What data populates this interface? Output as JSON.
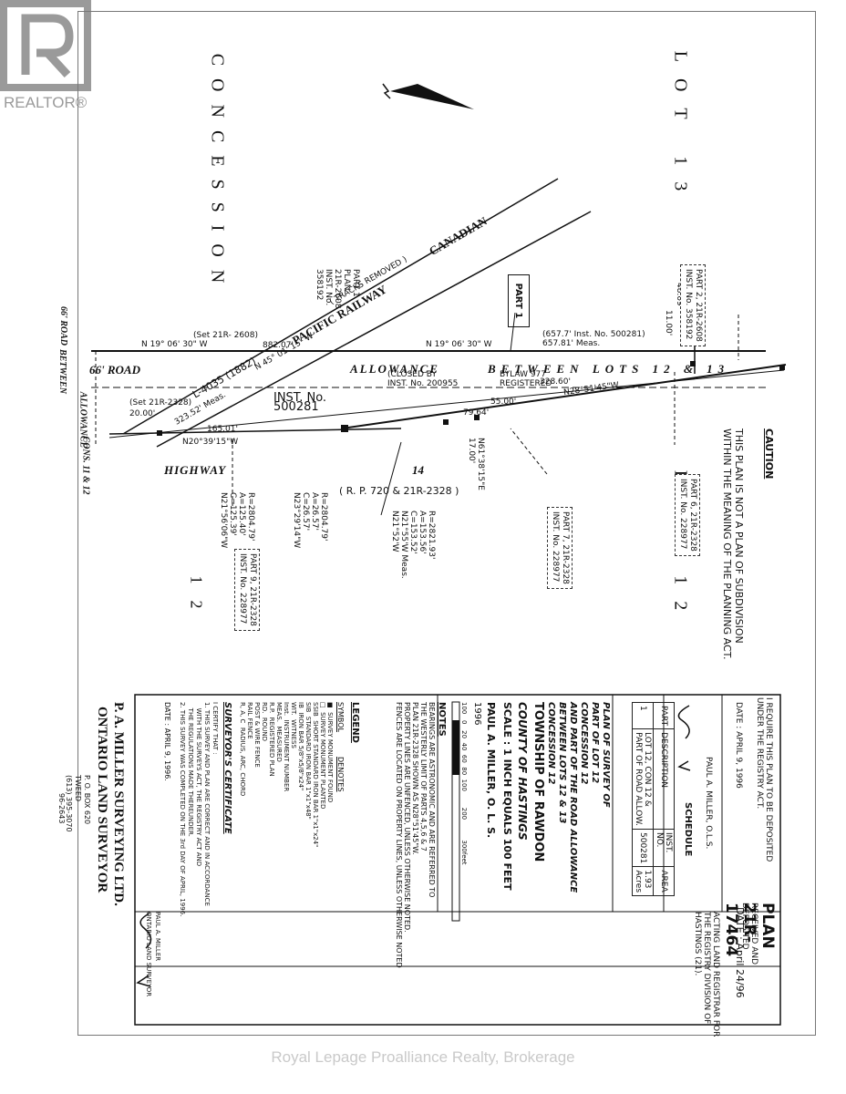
{
  "watermark": "Royal Lepage Proalliance Realty, Brokerage",
  "logo_text": "REALTOR®",
  "lot13": "LOT 13",
  "lot12": "LOT 12",
  "concession": "CONCESSION",
  "concession_12": "12",
  "road": {
    "road_66": "66' ROAD",
    "allowance": "ALLOWANCE",
    "between_lots": "BETWEEN LOTS 12 & 13",
    "left_label_1": "66' ROAD",
    "left_label_2": "BETWEEN",
    "left_label_3": "ALLOWANCE",
    "left_label_4": "CONS. 11 & 12"
  },
  "railway": {
    "canadian": "CANADIAN",
    "pacific_railway": "PACIFIC RAILWAY",
    "tracks_removed": "( TRACKS REMOVED )"
  },
  "highway": "HIGHWAY",
  "num_14": "14",
  "rp": "( R. P. 720  &  21R-2328 )",
  "part1_box": "PART 1",
  "inst_500281": "INST. No.\n500281",
  "part1_plan": "PART 1\nPLAN\n21R-2608\nINST. No.\n358192",
  "closed_by": "(CLOSED BY\nINST. No. 200955",
  "bylaw": "BYLAW 977\nREGISTERED",
  "bearing_top_left": "N 19° 06' 30\" W",
  "bearing_top_right": "N 19° 06' 30\" W",
  "dist_882": "882.07'",
  "dist_657": "(657.7' Inst. No. 500281)\n657.81' Meas.",
  "bearing_lower_1": "N20°39'15\"W",
  "dist_165": "165.01'",
  "dist_20": "20.00'",
  "set_2328": "(Set 21R-2328)",
  "set_2608": "(Set 21R- 2608)",
  "bearing_rail": "N 45° 01' 15\" W",
  "l4035": "L-4035 (1882)",
  "dist_323": "323.52' Meas.",
  "curve_1": "R=2804.79'\nA=125.40'\nC=125.39'\nN21°56'06\"W",
  "curve_2": "R=2804.79'\nA=26.57'\nC=26.57'\nN23°29'14\"W",
  "curve_3": "R=2821.93'\nA=153.56'\nC=153.52'\nN21°55'W Meas.\nN21°52'W",
  "bearing_n28": "N28°51'45\"W",
  "dist_328": "328.60'",
  "dist_55": "55.00'",
  "dist_79": "79.64'",
  "bearing_n61": "N61°38'15\"E\n17.00'",
  "bearing_n65": "N65°09'15\"E\n48.09'",
  "dist_11": "11.00'",
  "caution_title": "CAUTION",
  "caution_1": "THIS PLAN IS NOT A PLAN OF SUBDIVISION",
  "caution_2": "WITHIN THE MEANING OF THE PLANNING ACT.",
  "box_part2": "PART 2, 21R-2608\nINST. No. 358192",
  "box_part6": "PART 6, 21R-2328\nINST. No. 228977",
  "box_part7": "PART 7, 21R-2328\nINST. No. 228977",
  "box_part9": "PART 9, 21R-2328\nINST. No. 228977",
  "tb": {
    "require": "I REQUIRE THIS PLAN TO BE DEPOSITED\nUNDER THE REGISTRY ACT.",
    "date": "DATE : APRIL 9, 1996",
    "miller_ols": "PAUL A. MILLER, O.L.S.",
    "plan_no": "PLAN 21R-17464",
    "received": "RECEIVED AND DEPOSITED",
    "date2": "DATE : April 24/96",
    "registrar": "ACTING LAND REGISTRAR FOR\nTHE REGISTRY DIVISION OF\nHASTINGS (21).",
    "schedule": "SCHEDULE",
    "col_part": "PART",
    "col_desc": "DESCRIPTION",
    "col_inst": "INST. NO.",
    "col_area": "AREA",
    "row_part": "1",
    "row_desc": "LOT 12, CON 12 &\nPART OF ROAD ALLOW.",
    "row_inst": "500281",
    "row_area": "1.93 Acres",
    "plan_title": "PLAN OF SURVEY OF\nPART OF LOT 12\nCONCESSION 12\nAND PART OF THE ROAD ALLOWANCE\nBETWEEN LOTS 12 & 13\nCONCESSION 12",
    "township": "TOWNSHIP OF RAWDON",
    "county": "COUNTY OF HASTINGS",
    "scale": "SCALE : 1 INCH EQUALS 100 FEET",
    "surveyor": "PAUL A. MILLER, O. L. S.",
    "year": "1996",
    "scale_ticks": "100   0   20  40  60  80  100        200          300feet",
    "notes_title": "NOTES",
    "notes": "BEARINGS ARE ASTRONOMIC AND ARE REFERRED TO\nTHE WESTERLY LIMIT OF PARTS 4,5,6 & 7\nPLAN 21R-2328 SHOWN AS N28°51'45\"W.\nPROPERTY LINES ARE UNFENCED, UNLESS OTHERWISE NOTED.\nFENCES ARE LOCATED ON PROPERTY LINES, UNLESS OTHERWISE NOTED",
    "legend_title": "LEGEND",
    "legend_symbol": "SYMBOL",
    "legend_denotes": "DENOTES",
    "legend_items": "■  SURVEY MONUMENT FOUND\n□  SURVEY MONUMENT PLANTED\nSSIB  SHORT STANDARD IRON BAR 1\"x1\"x24\"\nSIB  STANDARD IRON BAR 1\"x1\"x48\"\nIB  IRON BAR 5/8\"x5/8\"x24\"\nWIT.  WITNESS\nInst.  INSTRUMENT NUMBER\nMEAS.  MEASURED\nR.P.  REGISTERED PLAN\nRD.  ROUND\nPOST & WIRE FENCE\nRAIL FENCE\nR, A, C  RADIUS, ARC, CHORD",
    "cert_title": "SURVEYOR'S CERTIFICATE",
    "cert_text": "I CERTIFY THAT :\n1. THIS SURVEY AND PLAN ARE CORRECT AND IN ACCORDANCE\n   WITH THE SURVEYS ACT, THE REGISTRY ACT AND\n   THE REGULATIONS MADE THEREUNDER.\n2. THIS SURVEY WAS COMPLETED ON THE 3rd DAY OF APRIL, 1996.",
    "cert_date": "DATE : APRIL 9, 1996.",
    "cert_sign": "PAUL A. MILLER\nONTARIO LAND SURVEYOR",
    "firm_1": "P. A. MILLER SURVEYING LTD.",
    "firm_2": "ONTARIO LAND SURVEYOR",
    "firm_addr": "P. O. BOX 620\nTWEED\n(613) 395-3070",
    "job_no": "96-2643"
  },
  "colors": {
    "ink": "#111111",
    "logo": "#9a9a9a",
    "watermark": "#c9c9c9"
  }
}
